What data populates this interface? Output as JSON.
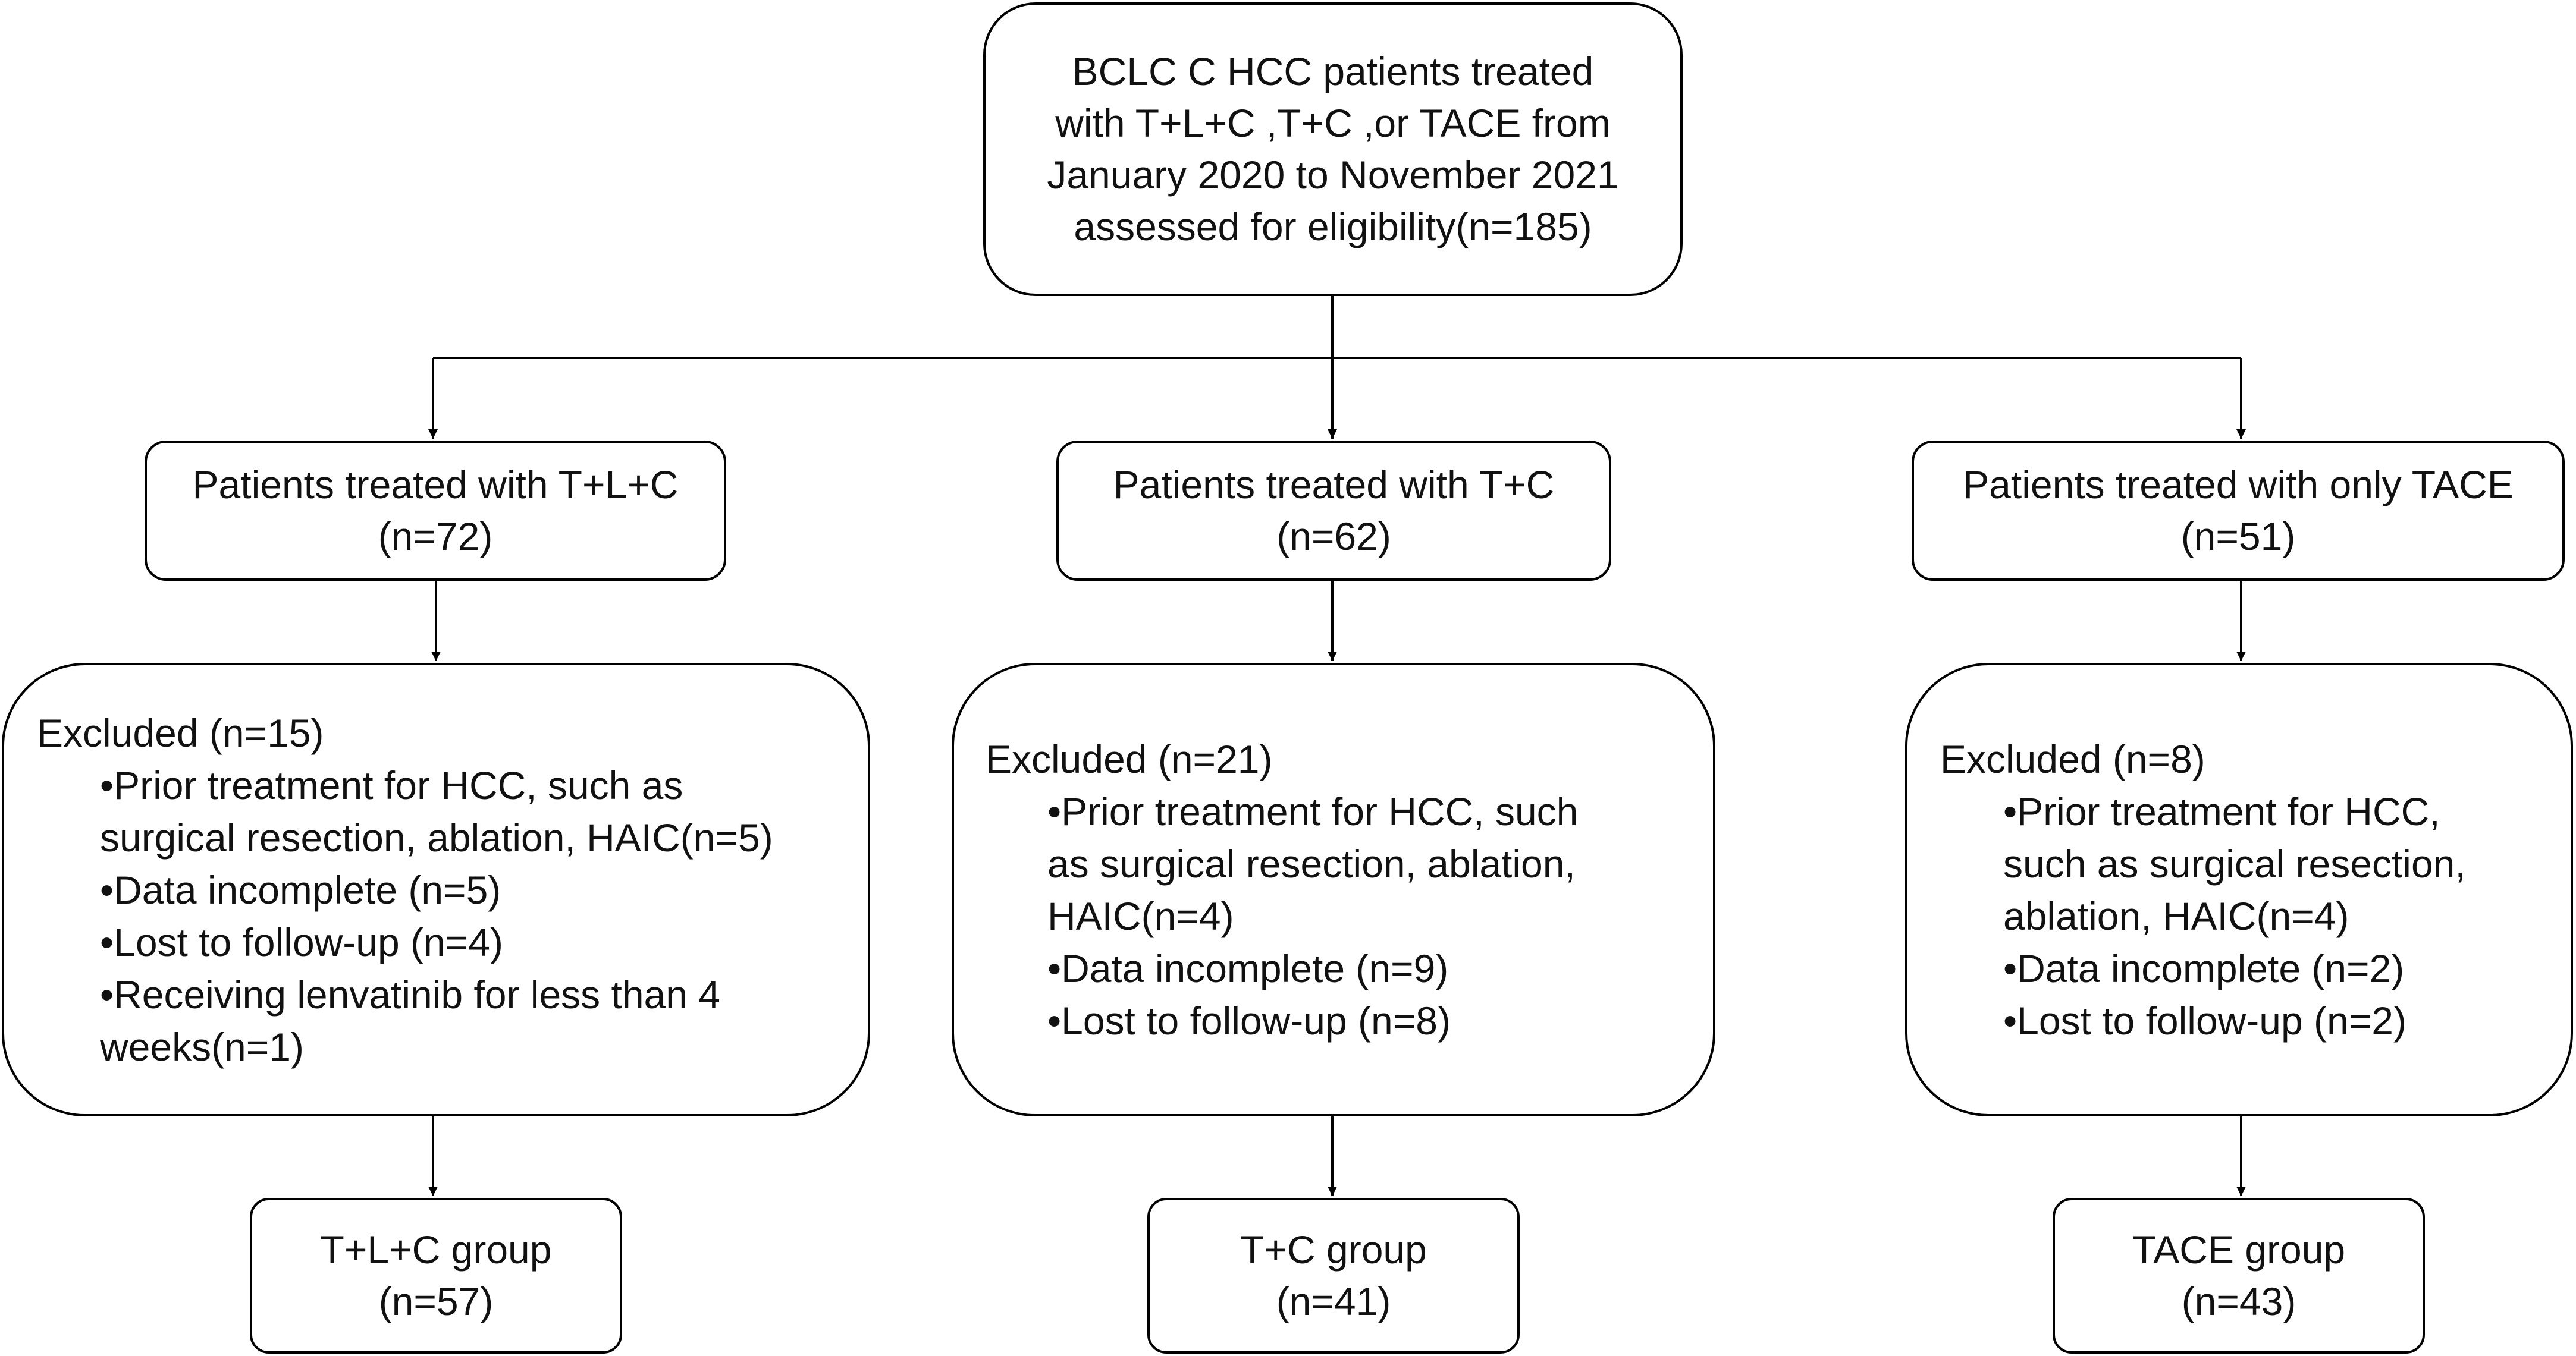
{
  "top": {
    "lines": [
      "BCLC C HCC patients treated",
      "with T+L+C ,T+C ,or TACE from",
      "January 2020 to November 2021",
      "assessed for eligibility(n=185)"
    ]
  },
  "arms": [
    {
      "label": "Patients treated with T+L+C",
      "n": "(n=72)",
      "excluded_head": "Excluded (n=15)",
      "excluded_lines": [
        "•Prior treatment for HCC, such as",
        "surgical resection, ablation, HAIC(n=5)",
        "•Data incomplete (n=5)",
        "•Lost to follow-up (n=4)",
        "•Receiving lenvatinib for less than 4",
        "weeks(n=1)"
      ],
      "group_label": "T+L+C group",
      "group_n": "(n=57)"
    },
    {
      "label": "Patients treated with T+C",
      "n": "(n=62)",
      "excluded_head": "Excluded (n=21)",
      "excluded_lines": [
        "•Prior treatment for HCC, such",
        "as surgical resection, ablation,",
        "HAIC(n=4)",
        "•Data incomplete (n=9)",
        "•Lost to follow-up (n=8)"
      ],
      "group_label": "T+C group",
      "group_n": "(n=41)"
    },
    {
      "label": "Patients treated with only TACE",
      "n": "(n=51)",
      "excluded_head": "Excluded (n=8)",
      "excluded_lines": [
        "•Prior treatment for HCC,",
        "such as surgical resection,",
        "ablation, HAIC(n=4)",
        "•Data incomplete (n=2)",
        "•Lost to follow-up (n=2)"
      ],
      "group_label": "TACE group",
      "group_n": "(n=43)"
    }
  ]
}
